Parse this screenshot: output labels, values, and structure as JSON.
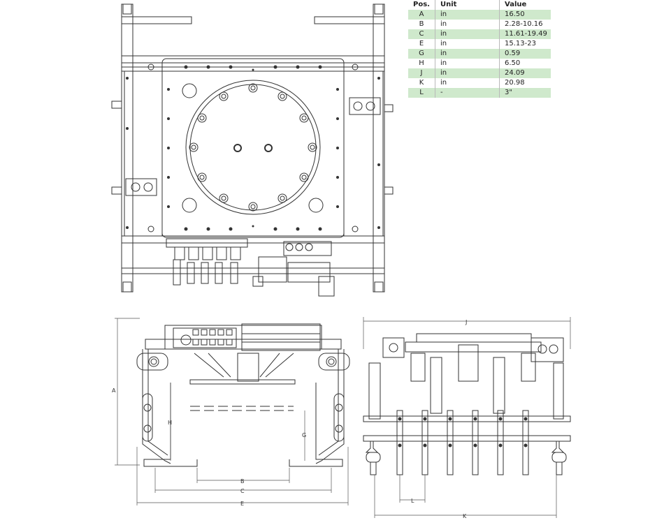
{
  "spec_table": {
    "headers": {
      "pos": "Pos.",
      "unit": "Unit",
      "value": "Value"
    },
    "rows": [
      {
        "pos": "A",
        "unit": "in",
        "value": "16.50"
      },
      {
        "pos": "B",
        "unit": "in",
        "value": "2.28-10.16"
      },
      {
        "pos": "C",
        "unit": "in",
        "value": "11.61-19.49"
      },
      {
        "pos": "E",
        "unit": "in",
        "value": "15.13-23"
      },
      {
        "pos": "G",
        "unit": "in",
        "value": "0.59"
      },
      {
        "pos": "H",
        "unit": "in",
        "value": "6.50"
      },
      {
        "pos": "J",
        "unit": "in",
        "value": "24.09"
      },
      {
        "pos": "K",
        "unit": "in",
        "value": "20.98"
      },
      {
        "pos": "L",
        "unit": "-",
        "value": "3\""
      }
    ]
  },
  "dimension_labels": {
    "a": "A",
    "b": "B",
    "c": "C",
    "e": "E",
    "g": "G",
    "h": "H",
    "j": "J",
    "k": "K",
    "l": "L"
  },
  "colors": {
    "stripe": "#cfe9cc",
    "line": "#333333"
  }
}
